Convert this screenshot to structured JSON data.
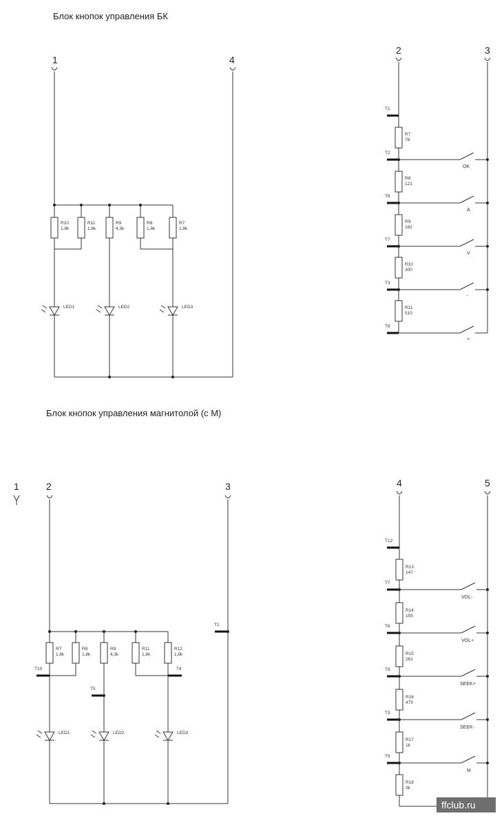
{
  "titles": {
    "top": "Блок кнопок управления БК",
    "bottom": "Блок кнопок управления магнитолой (с М)"
  },
  "top_left": {
    "terminals": [
      "1",
      "4"
    ],
    "resistors": [
      {
        "name": "R10",
        "value": "1,8k"
      },
      {
        "name": "R11",
        "value": "1,8k"
      },
      {
        "name": "R9",
        "value": "4,3k"
      },
      {
        "name": "R8",
        "value": "1,8k"
      },
      {
        "name": "R7",
        "value": "1,8k"
      }
    ],
    "leds": [
      "LED1",
      "LED2",
      "LED3"
    ]
  },
  "top_right": {
    "terminals": [
      "2",
      "3"
    ],
    "test_points": [
      "T1",
      "T2",
      "T6",
      "T7",
      "T3",
      "T8"
    ],
    "resistors": [
      {
        "name": "R7",
        "value": "76"
      },
      {
        "name": "R8",
        "value": "121"
      },
      {
        "name": "R9",
        "value": "182"
      },
      {
        "name": "R10",
        "value": "300"
      },
      {
        "name": "R11",
        "value": "510"
      }
    ],
    "switches": [
      "OK",
      "A",
      "V",
      "-",
      "+"
    ]
  },
  "bottom_left": {
    "terminals": [
      "1",
      "2",
      "3"
    ],
    "resistors": [
      {
        "name": "R7",
        "value": "1,8k"
      },
      {
        "name": "R8",
        "value": "1,8k"
      },
      {
        "name": "R9",
        "value": "4,3k"
      },
      {
        "name": "R11",
        "value": "1,8k"
      },
      {
        "name": "R12",
        "value": "1,8k"
      }
    ],
    "test_points": [
      "T10",
      "T4",
      "T5",
      "T1"
    ],
    "leds": [
      "LED1",
      "LED2",
      "LED3"
    ]
  },
  "bottom_right": {
    "terminals": [
      "4",
      "5"
    ],
    "test_points": [
      "T12",
      "T7",
      "T6",
      "T8",
      "T3",
      "T9"
    ],
    "resistors": [
      {
        "name": "R13",
        "value": "147"
      },
      {
        "name": "R14",
        "value": "155"
      },
      {
        "name": "R15",
        "value": "261"
      },
      {
        "name": "R16",
        "value": "475"
      },
      {
        "name": "R17",
        "value": "1k"
      },
      {
        "name": "R18",
        "value": "3k"
      }
    ],
    "switches": [
      "VOL-",
      "VOL+",
      "SEEK+",
      "SEEK-",
      "M"
    ]
  },
  "watermark": "ffclub.ru"
}
